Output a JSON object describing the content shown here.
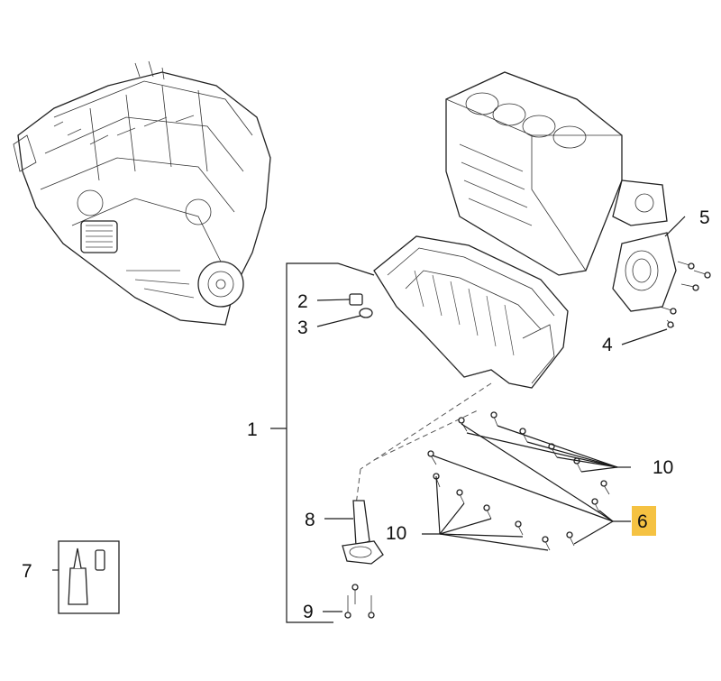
{
  "callouts": {
    "c1": "1",
    "c2": "2",
    "c3": "3",
    "c4": "4",
    "c5": "5",
    "c6": "6",
    "c7": "7",
    "c8": "8",
    "c9": "9",
    "c10a": "10",
    "c10b": "10"
  },
  "colors": {
    "highlight": "#f5c242",
    "ink": "#111111"
  }
}
